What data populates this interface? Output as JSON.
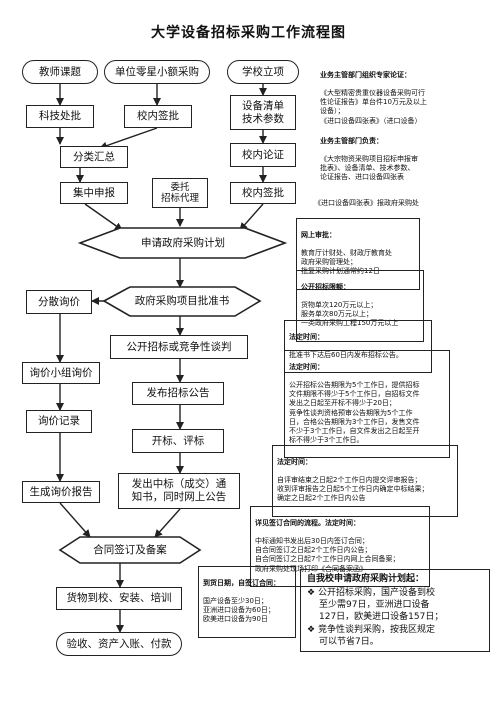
{
  "title": "大学设备招标采购工作流程图",
  "nodes": {
    "teacher": "教师课题",
    "unit_small": "单位零星小额采购",
    "school_project": "学校立项",
    "research_office": "科技处批",
    "school_sign1": "校内签批",
    "equipment_list": "设备清单\n技术参数",
    "classify": "分类汇总",
    "school_argue": "校内论证",
    "central_report": "集中申报",
    "entrust": "委托\n招标代理",
    "school_sign2": "校内签批",
    "apply_plan": "申请政府采购计划",
    "scattered_inquiry": "分散询价",
    "approval": "政府采购项目批准书",
    "public_tender": "公开招标或竞争性谈判",
    "inquiry_group": "询价小组询价",
    "publish_notice": "发布招标公告",
    "inquiry_record": "询价记录",
    "open_bid": "开标、评标",
    "inquiry_report": "生成询价报告",
    "win_notice": "发出中标（成交）通\n知书，同时网上公告",
    "contract": "合同签订及备案",
    "delivery": "货物到校、安装、培训",
    "acceptance": "验收、资产入账、付款"
  },
  "notes": {
    "n1_header": "业务主管部门组织专家论证：",
    "n1_body": "《大型精密贵重仪器设备采购可行\n性论证报告》单台件10万元及以上\n设备）；\n《进口设备四张表》（进口设备）",
    "n2_header": "业务主管部门负责：",
    "n2_body": "《大宗物资采购项目招标申报审\n批表》、设备清单、技术参数、\n论证报告、进口设备四张表",
    "n3_body": "《进口设备四张表》报政府采购处",
    "n4_header": "网上审批：",
    "n4_body": "教育厅计财处、财政厅教育处\n政府采购管理处；\n批复采购计划通常约12日",
    "n5_header": "公开招标限额：",
    "n5_body": "货物单次120万元以上；\n服务单次80万元以上；\n一类政府采购工程150万元以上",
    "n6_header": "法定时间：",
    "n6_body": "批准书下达后60日内发布招标公告。",
    "n7_header": "法定时间：",
    "n7_body": "公开招标公告期限为5个工作日，提供招标\n文件期限不得少于5个工作日，自招标文件\n发出之日起至开标不得少于20日；\n竞争性谈判资格预审公告期限为5个工作\n日，合格公告期限为3个工作日，发售文件\n不少于3个工作日，自文件发出之日起至开\n标不得少于3个工作日。",
    "n8_header": "法定时间：",
    "n8_body": "自评审结束之日起2个工作日内提交评审报告；\n收到评审报告之日起5个工作日内确定中标结果；\n确定之日起2个工作日内公告",
    "n9_header": "详见签订合同的流程。法定时间：",
    "n9_body": "中标通知书发出后30日内签订合同；\n自合同签订之日起2个工作日内公告；\n自合同签订之日起7个工作日内网上合同备案；\n政府采购处现场打印《合同备案函》",
    "n10_header": "到货日期，自签订合同：",
    "n10_body": "国产设备至少30日；\n亚洲进口设备为60日；\n欧美进口设备为90日"
  },
  "final_note": {
    "header": "自我校申请政府采购计划起：",
    "item1": "公开招标采购，国产设备到校\n至少需97日，亚洲进口设备\n127日，欧美进口设备157日；",
    "item2": "竞争性谈判采购，按我区规定\n可以节省7日。"
  }
}
